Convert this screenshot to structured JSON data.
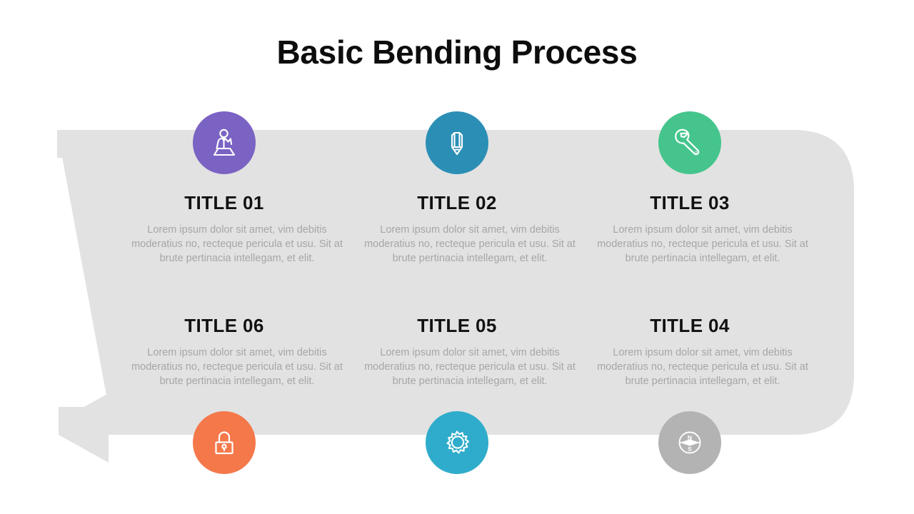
{
  "slide": {
    "title": "Basic Bending Process",
    "background_color": "#ffffff",
    "title_color": "#0d0d0d"
  },
  "arrow": {
    "name": "bending-process-arrow",
    "color": "#e2e2e2",
    "direction": "right-to-left-bending",
    "head": "left"
  },
  "common": {
    "description": "Lorem ipsum dolor sit amet, vim debitis moderatius no, recteque pericula et usu. Sit at brute pertinacia intellegam, et elit."
  },
  "steps": [
    {
      "id": "step-01",
      "title": "TITLE 01",
      "description": "Lorem ipsum dolor sit amet, vim debitis moderatius no, recteque pericula et usu. Sit at brute pertinacia intellegam, et elit.",
      "icon": "presenter-icon",
      "color": "#7b63c4",
      "row": "top"
    },
    {
      "id": "step-02",
      "title": "TITLE 02",
      "description": "Lorem ipsum dolor sit amet, vim debitis moderatius no, recteque pericula et usu. Sit at brute pertinacia intellegam, et elit.",
      "icon": "pencil-icon",
      "color": "#2b8fb5",
      "row": "top"
    },
    {
      "id": "step-03",
      "title": "TITLE 03",
      "description": "Lorem ipsum dolor sit amet, vim debitis moderatius no, recteque pericula et usu. Sit at brute pertinacia intellegam, et elit.",
      "icon": "wrench-icon",
      "color": "#45c58d",
      "row": "top"
    },
    {
      "id": "step-04",
      "title": "TITLE 04",
      "description": "Lorem ipsum dolor sit amet, vim debitis moderatius no, recteque pericula et usu. Sit at brute pertinacia intellegam, et elit.",
      "icon": "compass-icon",
      "color": "#b3b3b3",
      "row": "bottom"
    },
    {
      "id": "step-05",
      "title": "TITLE 05",
      "description": "Lorem ipsum dolor sit amet, vim debitis moderatius no, recteque pericula et usu. Sit at brute pertinacia intellegam, et elit.",
      "icon": "gear-icon",
      "color": "#2faccb",
      "row": "bottom"
    },
    {
      "id": "step-06",
      "title": "TITLE 06",
      "description": "Lorem ipsum dolor sit amet, vim debitis moderatius no, recteque pericula et usu. Sit at brute pertinacia intellegam, et elit.",
      "icon": "padlock-icon",
      "color": "#f4784a",
      "row": "bottom"
    }
  ]
}
